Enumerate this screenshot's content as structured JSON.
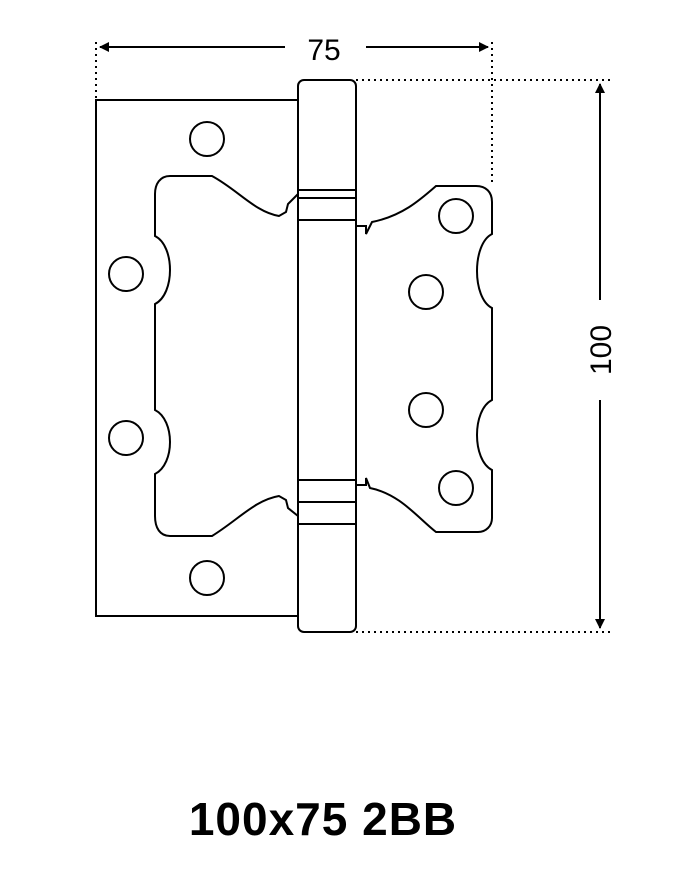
{
  "dimensions": {
    "width_label": "75",
    "height_label": "100"
  },
  "caption": "100x75 2BB",
  "colors": {
    "line": "#000000",
    "background": "#ffffff"
  }
}
